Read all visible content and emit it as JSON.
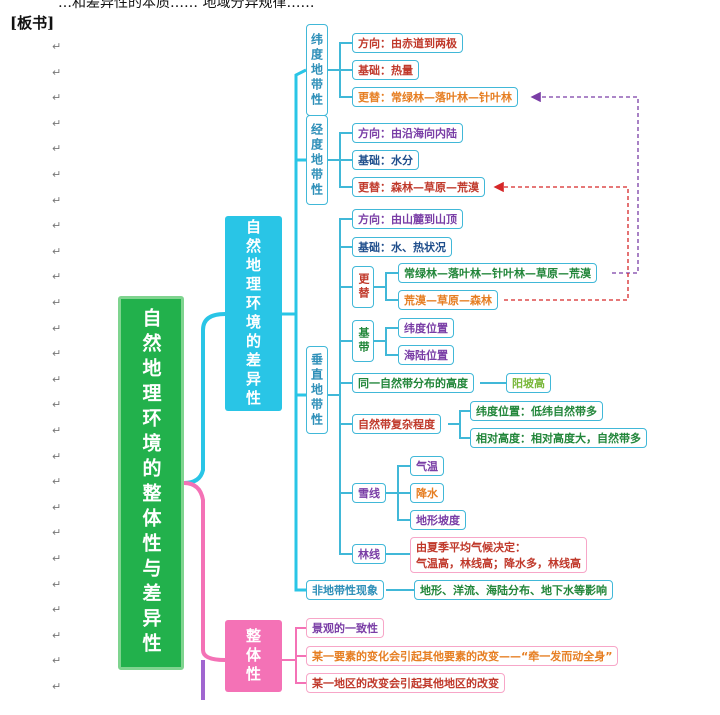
{
  "header": {
    "top_cut_text": "…和差异性的本质……                  地域分异规律……",
    "title": "[板书]",
    "para_mark": "↵"
  },
  "root": {
    "label": "自然地理环境的整体性与差异性"
  },
  "differentiation": {
    "label": "自然地理环境的差异性",
    "latitudinal": {
      "label": "纬度地带性",
      "direction": "方向：由赤道到两极",
      "basis": "基础：热量",
      "succession": "更替：常绿林—落叶林—针叶林"
    },
    "longitudinal": {
      "label": "经度地带性",
      "direction": "方向：由沿海向内陆",
      "basis": "基础：水分",
      "succession": "更替：森林—草原—荒漠"
    },
    "vertical": {
      "label": "垂直地带性",
      "direction": "方向：由山麓到山顶",
      "basis": "基础：水、热状况",
      "succession_label": "更替",
      "succession_1": "常绿林—落叶林—针叶林—草原—荒漠",
      "succession_2": "荒漠—草原—森林",
      "base_zone_label": "基带",
      "base_zone_1": "纬度位置",
      "base_zone_2": "海陆位置",
      "same_zone": "同一自然带分布的高度",
      "same_zone_ans": "阳坡高",
      "complexity": "自然带复杂程度",
      "complexity_1": "纬度位置：低纬自然带多",
      "complexity_2": "相对高度：相对高度大，自然带多",
      "snowline": "雪线",
      "snowline_1": "气温",
      "snowline_2": "降水",
      "snowline_3": "地形坡度",
      "treeline": "林线",
      "treeline_1": "由夏季平均气候决定：",
      "treeline_2": "气温高，林线高；降水多，林线高"
    },
    "azonal": {
      "label": "非地带性现象",
      "detail": "地形、洋流、海陆分布、地下水等影响"
    }
  },
  "integrity": {
    "label": "整体性",
    "item_1": "景观的一致性",
    "item_2": "某一要素的变化会引起其他要素的改变——“牵一发而动全身”",
    "item_3": "某一地区的改变会引起其他地区的改变"
  },
  "colors": {
    "root": "#22b14c",
    "diff": "#29c5e6",
    "integ": "#f472b6",
    "border": "#41b8d8"
  }
}
